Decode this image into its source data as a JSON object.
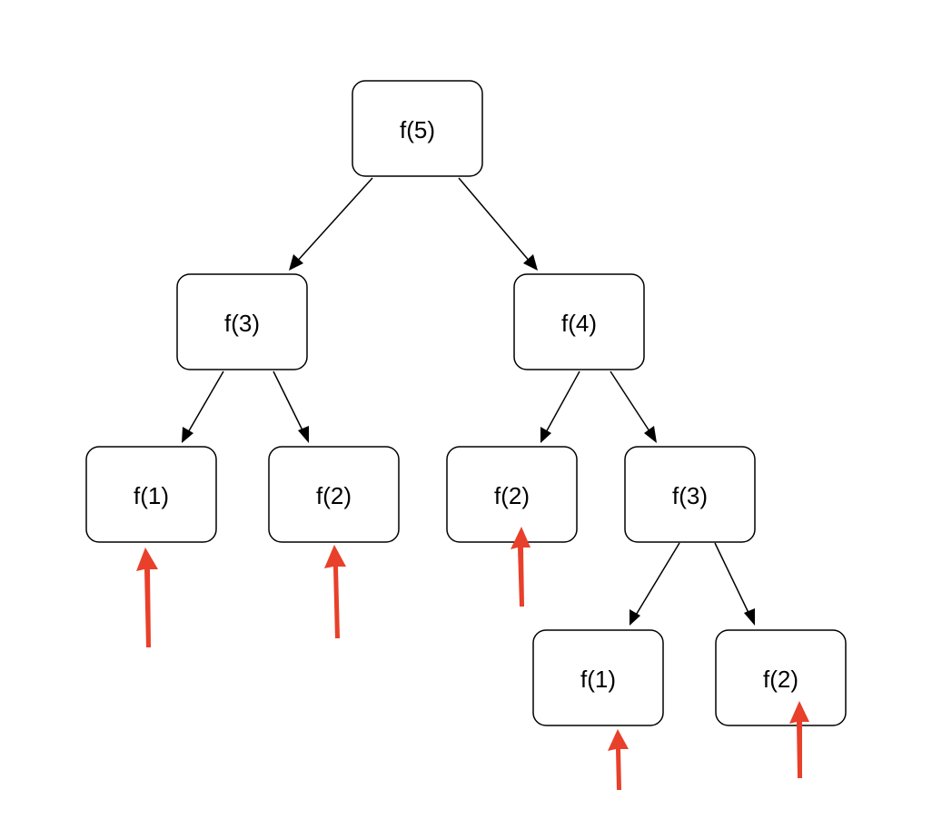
{
  "diagram": {
    "nodes": {
      "root": "f(5)",
      "n3": "f(3)",
      "n4": "f(4)",
      "n3_left": "f(1)",
      "n3_right": "f(2)",
      "n4_left": "f(2)",
      "n4_right": "f(3)",
      "n4r_left": "f(1)",
      "n4r_right": "f(2)"
    },
    "edges": [
      [
        "root",
        "n3"
      ],
      [
        "root",
        "n4"
      ],
      [
        "n3",
        "n3_left"
      ],
      [
        "n3",
        "n3_right"
      ],
      [
        "n4",
        "n4_left"
      ],
      [
        "n4",
        "n4_right"
      ],
      [
        "n4_right",
        "n4r_left"
      ],
      [
        "n4_right",
        "n4r_right"
      ]
    ],
    "highlighted_leaves": [
      "n3_left",
      "n3_right",
      "n4_left",
      "n4r_left",
      "n4r_right"
    ]
  },
  "colors": {
    "node_border": "#000000",
    "edge": "#000000",
    "highlight_arrow": "#e8402a"
  }
}
